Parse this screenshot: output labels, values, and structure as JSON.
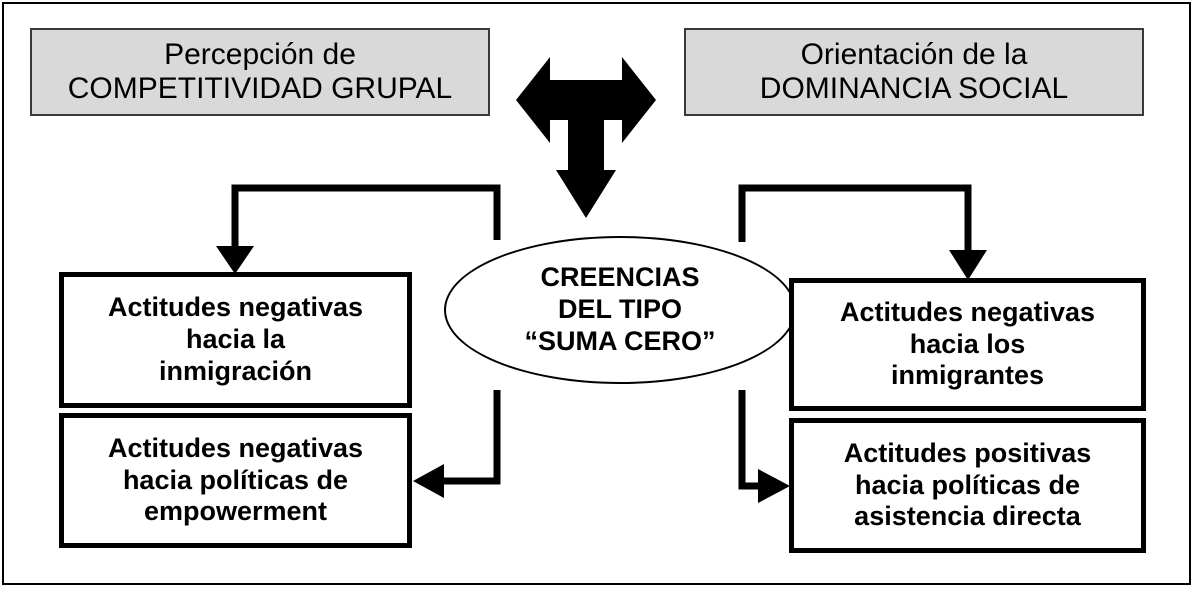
{
  "diagram": {
    "predictors": {
      "left": "Percepción de\nCOMPETITIVIDAD GRUPAL",
      "right": "Orientación de la\nDOMINANCIA SOCIAL"
    },
    "mediator": "CREENCIAS\nDEL TIPO\n“SUMA CERO”",
    "outcomes": {
      "left_top": "Actitudes negativas\nhacia la\ninmigración",
      "left_bottom": "Actitudes negativas\nhacia políticas de\nempowerment",
      "right_top": "Actitudes negativas\nhacia los\ninmigrantes",
      "right_bottom": "Actitudes positivas\nhacia políticas de\nasistencia directa"
    }
  }
}
